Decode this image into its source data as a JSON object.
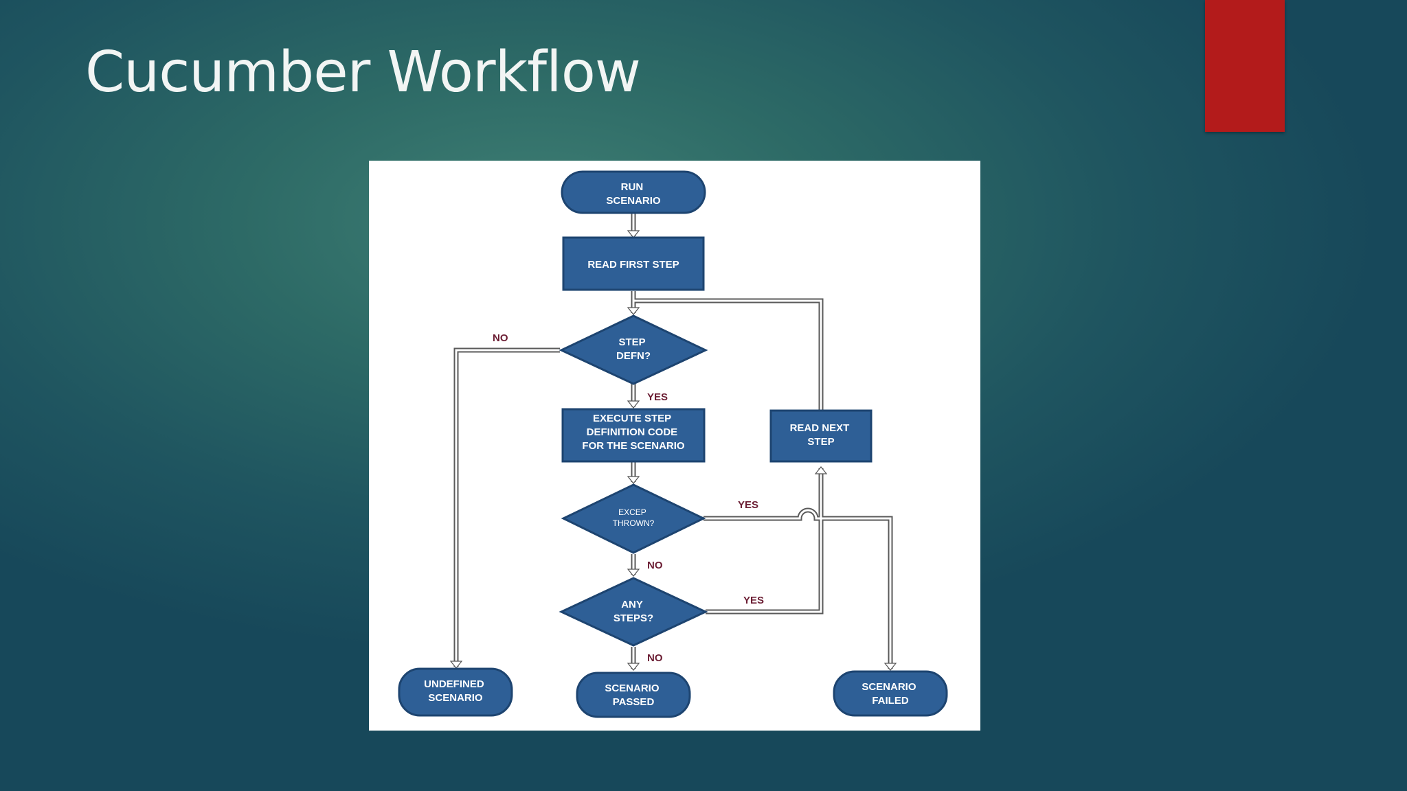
{
  "slide": {
    "title": "Cucumber Workflow",
    "accent_color": "#b31b1b"
  },
  "flowchart": {
    "node_color": "#2e5f96",
    "label_color": "#6b1d33",
    "nodes": {
      "run_scenario": [
        "RUN",
        "SCENARIO"
      ],
      "read_first_step": [
        "READ FIRST STEP"
      ],
      "step_defn": [
        "STEP",
        "DEFN?"
      ],
      "execute_step": [
        "EXECUTE  STEP",
        "DEFINITION CODE",
        "FOR THE SCENARIO"
      ],
      "excep_thrown": [
        "EXCEP",
        "THROWN?"
      ],
      "any_steps": [
        "ANY",
        "STEPS?"
      ],
      "read_next_step": [
        "READ NEXT",
        "STEP"
      ],
      "undefined_scenario": [
        "UNDEFINED",
        "SCENARIO"
      ],
      "scenario_passed": [
        "SCENARIO",
        "PASSED"
      ],
      "scenario_failed": [
        "SCENARIO",
        "FAILED"
      ]
    },
    "branch_labels": {
      "step_defn_no": "NO",
      "step_defn_yes": "YES",
      "excep_yes": "YES",
      "excep_no": "NO",
      "any_steps_yes": "YES",
      "any_steps_no": "NO"
    }
  }
}
